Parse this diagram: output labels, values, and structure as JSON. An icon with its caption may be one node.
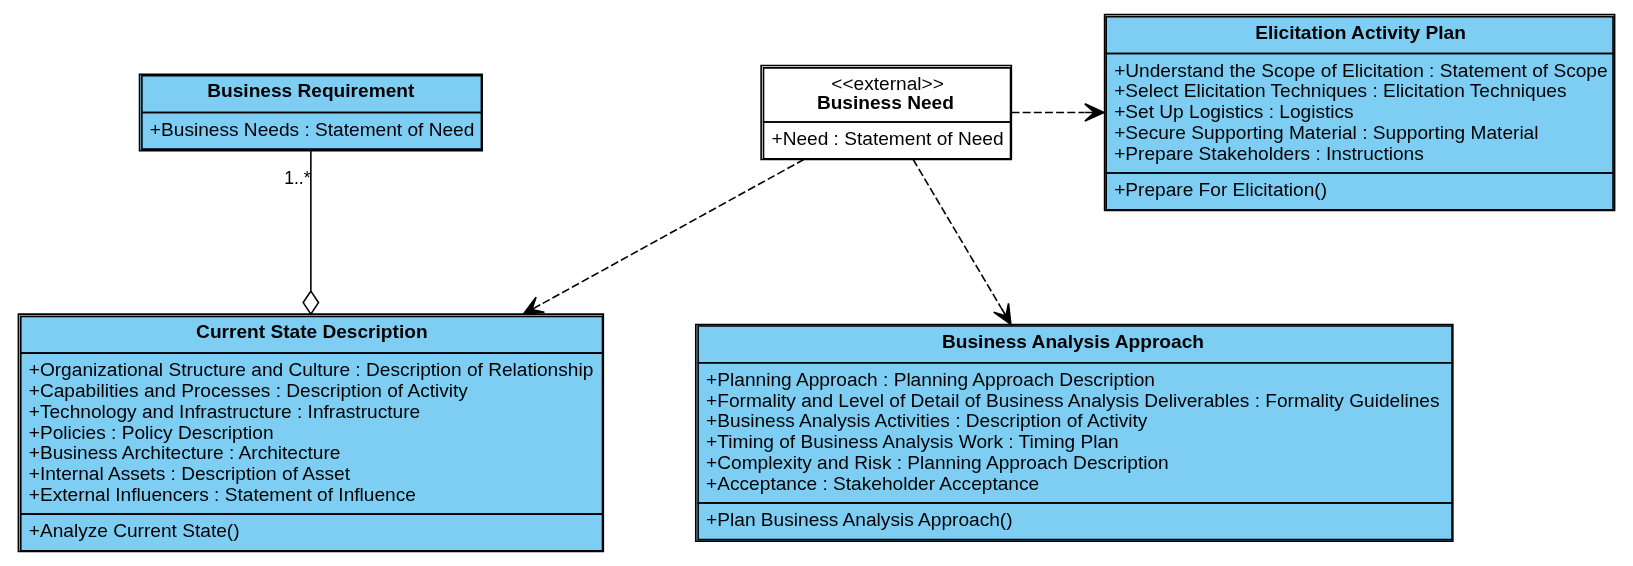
{
  "diagram": {
    "nodes": [
      {
        "text": [
          "Business Requirement",
          "+Business Needs : Statement of Need"
        ]
      },
      {
        "text": [
          "<<external>>",
          "Business Need",
          "+Need : Statement of Need"
        ]
      },
      {
        "text": [
          "Elicitation Activity Plan",
          "+Understand the Scope of Elicitation : Statement of Scope",
          "+Select Elicitation Techniques : Elicitation Techniques",
          "+Set Up Logistics : Logistics",
          "+Secure Supporting Material : Supporting Material",
          "+Prepare Stakeholders : Instructions",
          "+Prepare For Elicitation()"
        ]
      },
      {
        "text": [
          "Current State Description",
          "+Organizational Structure and Culture : Description of Relationship",
          "+Capabilities and Processes : Description of Activity",
          "+Technology and Infrastructure : Infrastructure",
          "+Policies : Policy Description",
          "+Business Architecture : Architecture",
          "+Internal Assets : Description of Asset",
          "+External Influencers : Statement of Influence",
          "+Analyze Current State()"
        ]
      },
      {
        "text": [
          "Business Analysis Approach",
          "+Planning Approach : Planning Approach Description",
          "+Formality and Level of Detail of Business Analysis Deliverables : Formality Guidelines",
          "+Business Analysis Activities : Description of Activity",
          "+Timing of Business Analysis Work : Timing Plan",
          "+Complexity and Risk : Planning Approach Description",
          "+Acceptance : Stakeholder Acceptance",
          "+Plan Business Analysis Approach()"
        ]
      }
    ],
    "edges": [
      {
        "from": 0,
        "to": 3,
        "arrow": "other",
        "label": "1..*"
      },
      {
        "from": 1,
        "to": 2,
        "arrow": "to",
        "style": "dashed"
      },
      {
        "from": 1,
        "to": 3,
        "arrow": "to",
        "style": "dashed"
      },
      {
        "from": 1,
        "to": 4,
        "arrow": "to",
        "style": "dashed"
      }
    ]
  }
}
